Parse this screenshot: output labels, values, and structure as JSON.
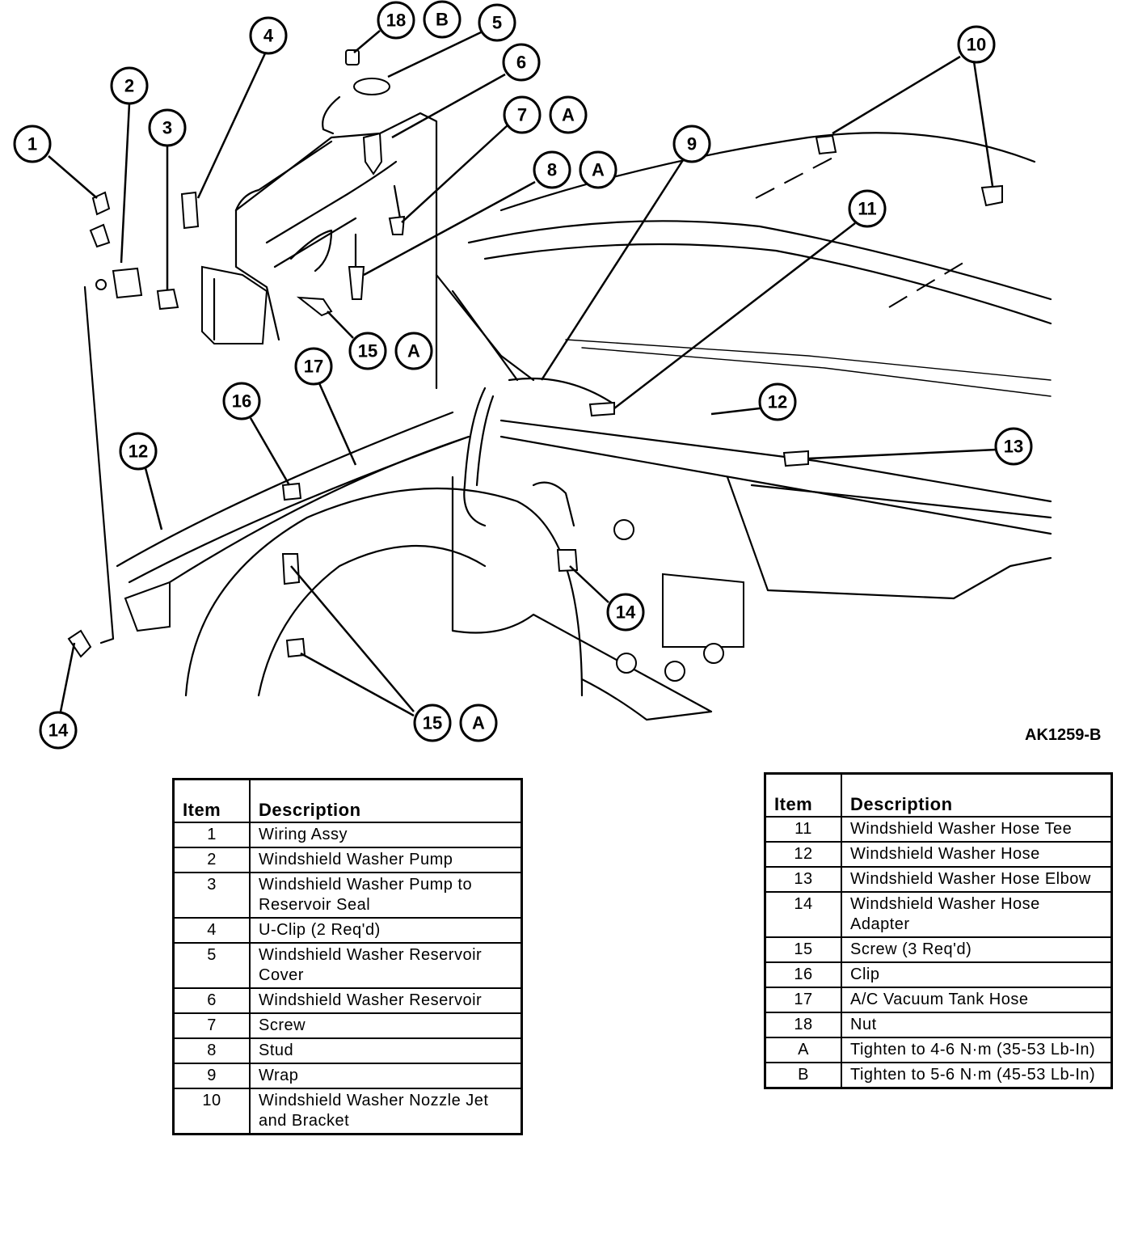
{
  "figure_id": "AK1259-B",
  "callouts": [
    {
      "label": "1"
    },
    {
      "label": "2"
    },
    {
      "label": "3"
    },
    {
      "label": "4"
    },
    {
      "label": "18"
    },
    {
      "label": "B"
    },
    {
      "label": "5"
    },
    {
      "label": "6"
    },
    {
      "label": "7"
    },
    {
      "label": "A"
    },
    {
      "label": "8"
    },
    {
      "label": "A"
    },
    {
      "label": "9"
    },
    {
      "label": "10"
    },
    {
      "label": "11"
    },
    {
      "label": "15"
    },
    {
      "label": "A"
    },
    {
      "label": "17"
    },
    {
      "label": "16"
    },
    {
      "label": "12"
    },
    {
      "label": "12"
    },
    {
      "label": "13"
    },
    {
      "label": "14"
    },
    {
      "label": "14"
    },
    {
      "label": "15"
    },
    {
      "label": "A"
    }
  ],
  "legend_headers": {
    "item": "Item",
    "description": "Description"
  },
  "legend_left": [
    {
      "item": "1",
      "description": "Wiring Assy"
    },
    {
      "item": "2",
      "description": "Windshield Washer Pump"
    },
    {
      "item": "3",
      "description": "Windshield Washer Pump to Reservoir Seal"
    },
    {
      "item": "4",
      "description": "U-Clip (2 Req'd)"
    },
    {
      "item": "5",
      "description": "Windshield Washer Reservoir Cover"
    },
    {
      "item": "6",
      "description": "Windshield Washer Reservoir"
    },
    {
      "item": "7",
      "description": "Screw"
    },
    {
      "item": "8",
      "description": "Stud"
    },
    {
      "item": "9",
      "description": "Wrap"
    },
    {
      "item": "10",
      "description": "Windshield Washer Nozzle Jet and Bracket"
    }
  ],
  "legend_right": [
    {
      "item": "11",
      "description": "Windshield Washer Hose Tee"
    },
    {
      "item": "12",
      "description": "Windshield Washer Hose"
    },
    {
      "item": "13",
      "description": "Windshield Washer Hose Elbow"
    },
    {
      "item": "14",
      "description": "Windshield Washer Hose Adapter"
    },
    {
      "item": "15",
      "description": "Screw (3 Req'd)"
    },
    {
      "item": "16",
      "description": "Clip"
    },
    {
      "item": "17",
      "description": "A/C Vacuum Tank Hose"
    },
    {
      "item": "18",
      "description": "Nut"
    },
    {
      "item": "A",
      "description": "Tighten to 4-6 N·m (35-53 Lb-In)"
    },
    {
      "item": "B",
      "description": "Tighten to 5-6 N·m (45-53 Lb-In)"
    }
  ]
}
